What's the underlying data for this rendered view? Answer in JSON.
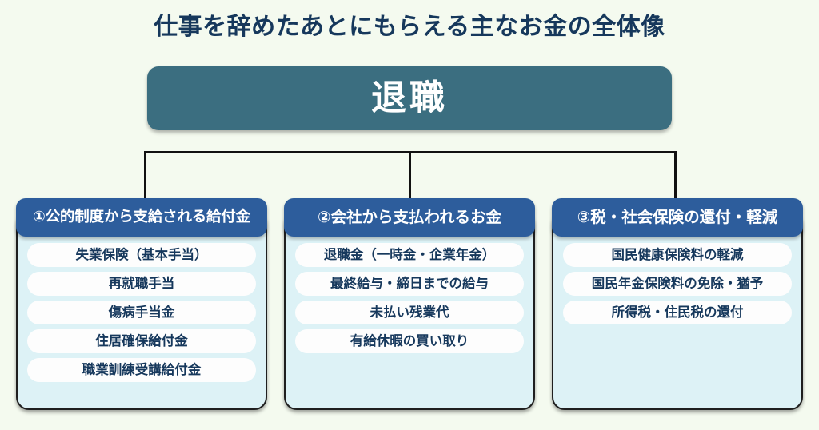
{
  "page": {
    "title": "仕事を辞めたあとにもらえる主なお金の全体像",
    "background_color": "#f4faef"
  },
  "colors": {
    "root_node": "#3b6e80",
    "column_header": "#2d5d9c",
    "column_body": "#ddf2f6",
    "item_pill": "#fdfdfd",
    "text_dark": "#16385c",
    "connector": "#111111"
  },
  "diagram": {
    "type": "tree",
    "root": {
      "label": "退職"
    },
    "columns": [
      {
        "header": "①公的制度から支給される給付金",
        "items": [
          "失業保険（基本手当）",
          "再就職手当",
          "傷病手当金",
          "住居確保給付金",
          "職業訓練受講給付金"
        ]
      },
      {
        "header": "②会社から支払われるお金",
        "items": [
          "退職金（一時金・企業年金）",
          "最終給与・締日までの給与",
          "未払い残業代",
          "有給休暇の買い取り"
        ]
      },
      {
        "header": "③税・社会保険の還付・軽減",
        "items": [
          "国民健康保険料の軽減",
          "国民年金保険料の免除・猶予",
          "所得税・住民税の還付"
        ]
      }
    ]
  }
}
